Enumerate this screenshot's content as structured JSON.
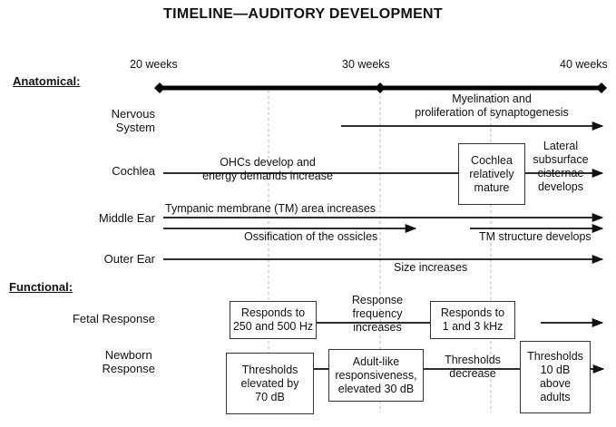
{
  "title": "TIMELINE—AUDITORY DEVELOPMENT",
  "weeks": [
    "20 weeks",
    "30 weeks",
    "40 weeks"
  ],
  "sections": {
    "anatomical": "Anatomical:",
    "functional": "Functional:"
  },
  "rows": {
    "nervous": "Nervous\nSystem",
    "cochlea": "Cochlea",
    "middle_ear": "Middle Ear",
    "outer_ear": "Outer Ear",
    "fetal": "Fetal Response",
    "newborn": "Newborn\nResponse"
  },
  "labels": {
    "myelination": "Myelination and\nproliferation of synaptogenesis",
    "ohc": "OHCs develop and\nenergy demands increase",
    "lateral": "Lateral\nsubsurface\ncisternae\ndevelops",
    "tm_area": "Tympanic membrane (TM) area increases",
    "ossification": "Ossification of the ossicles",
    "tm_structure": "TM structure develops",
    "size": "Size increases",
    "response_freq": "Response\nfrequency\nincreases",
    "thresholds_decrease": "Thresholds\ndecrease"
  },
  "boxes": {
    "cochlea_mature": "Cochlea\nrelatively\nmature",
    "responds_250": "Responds to\n250 and 500 Hz",
    "responds_1k": "Responds to\n1 and 3 kHz",
    "thresholds_70": "Thresholds\nelevated by\n70 dB",
    "adult_like": "Adult-like\nresponsiveness,\nelevated 30 dB",
    "thresholds_10": "Thresholds\n10 dB\nabove\nadults"
  }
}
